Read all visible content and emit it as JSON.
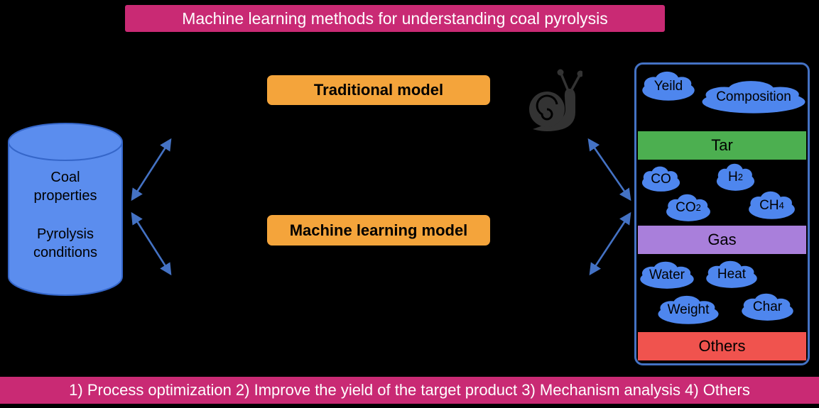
{
  "banners": {
    "top": "Machine learning methods for understanding coal pyrolysis",
    "bottom": "1) Process optimization 2) Improve the yield of the target product 3) Mechanism analysis 4) Others"
  },
  "inputs": {
    "line1": "Coal properties",
    "line2": "Pyrolysis conditions"
  },
  "models": {
    "traditional": "Traditional model",
    "machine_learning": "Machine learning model"
  },
  "outputs": {
    "clouds": [
      {
        "label": "Yeild",
        "sub": ""
      },
      {
        "label": "Composition",
        "sub": ""
      },
      {
        "label": "CO",
        "sub": ""
      },
      {
        "label": "H",
        "sub": "2"
      },
      {
        "label": "CO",
        "sub": "2"
      },
      {
        "label": "CH",
        "sub": "4"
      },
      {
        "label": "Water",
        "sub": ""
      },
      {
        "label": "Heat",
        "sub": ""
      },
      {
        "label": "Weight",
        "sub": ""
      },
      {
        "label": "Char",
        "sub": ""
      }
    ],
    "bars": [
      {
        "label": "Tar",
        "color": "#4caf50"
      },
      {
        "label": "Gas",
        "color": "#a97fdb"
      },
      {
        "label": "Others",
        "color": "#f0534e"
      }
    ]
  },
  "icons": {
    "snail": "snail-icon"
  },
  "colors": {
    "background": "#000000",
    "banner": "#c92a74",
    "model_box": "#f4a43b",
    "cylinder": "#5b8dee",
    "cloud": "#4e86ee",
    "arrow": "#4472c4",
    "panel_border": "#4472c4",
    "snail": "#333333"
  }
}
